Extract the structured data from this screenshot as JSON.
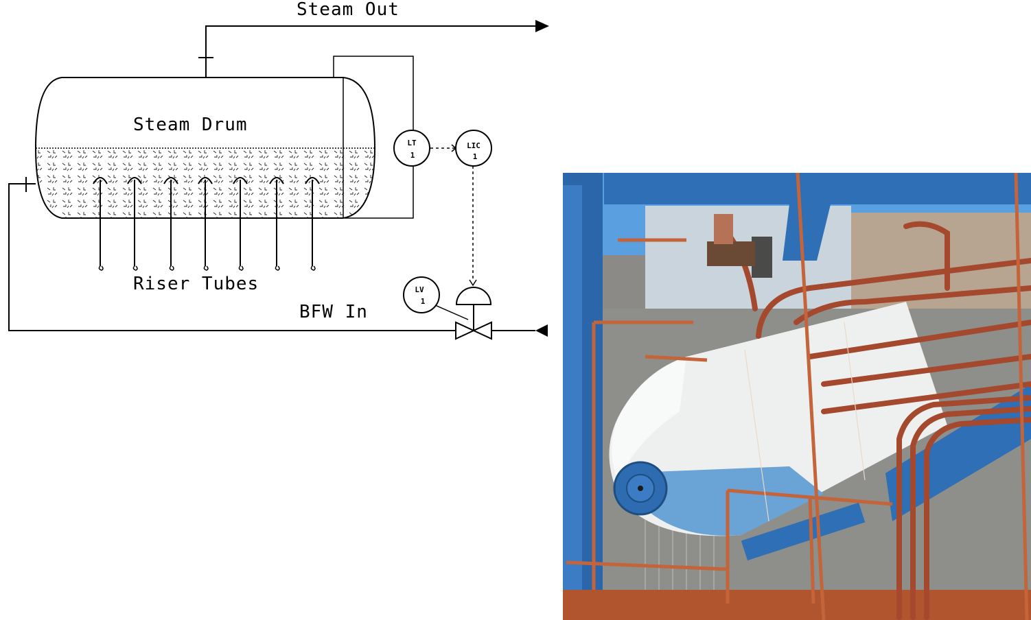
{
  "diagram": {
    "labels": {
      "steam_out": "Steam Out",
      "steam_drum": "Steam Drum",
      "riser_tubes": "Riser Tubes",
      "bfw_in": "BFW In"
    },
    "instruments": {
      "lt": {
        "tag": "LT",
        "num": "1"
      },
      "lic": {
        "tag": "LIC",
        "num": "1"
      },
      "lv": {
        "tag": "LV",
        "num": "1"
      }
    },
    "riser_tube_count": 7
  },
  "photo": {
    "subject": "steam-drum-installation",
    "colors": {
      "structure_blue": "#2e6fb5",
      "pipe_rust": "#a4482e",
      "drum_white": "#eef0f0",
      "drum_end_blue": "#6aa3d6",
      "sky": "#5aa0e0"
    }
  }
}
